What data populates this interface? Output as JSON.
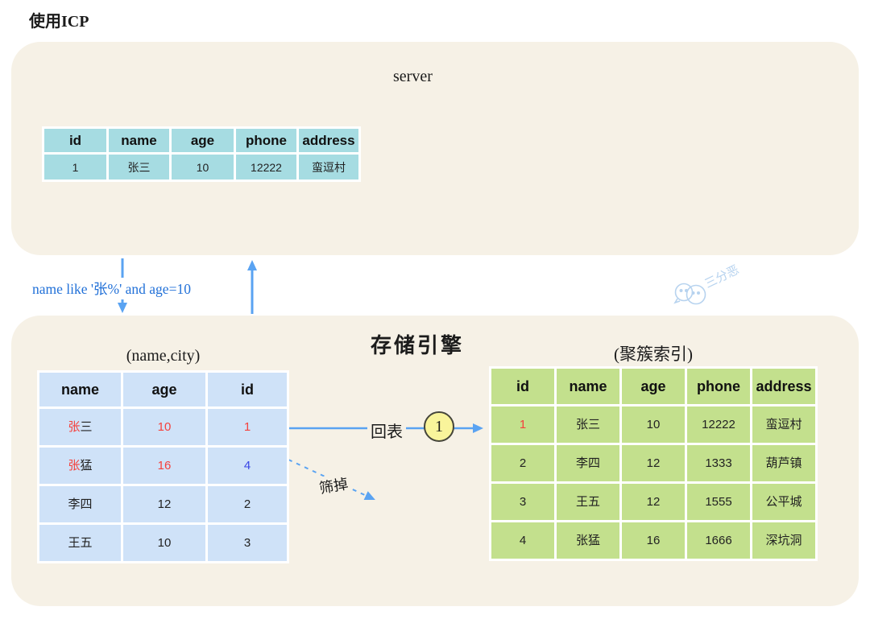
{
  "page_title": "使用ICP",
  "colors": {
    "box_background": "#f6f1e6",
    "server_table_cell": "#a6dce2",
    "secondary_index_cell": "#cfe2f8",
    "clustered_index_cell": "#c3e08d",
    "arrow_blue": "#5aa3f2",
    "query_text_blue": "#2271d8",
    "highlight_red": "#f5413d",
    "highlight_blue": "#3a47e6",
    "step_circle_yellow": "#f9f49b",
    "watermark_blue": "#b7d3ef"
  },
  "server_box": {
    "label": "server",
    "result_table": {
      "headers": [
        "id",
        "name",
        "age",
        "phone",
        "address"
      ],
      "rows": [
        [
          [
            {
              "t": "1"
            }
          ],
          [
            {
              "t": "张三"
            }
          ],
          [
            {
              "t": "10"
            }
          ],
          [
            {
              "t": "12222"
            }
          ],
          [
            {
              "t": "蛮逗村"
            }
          ]
        ]
      ]
    }
  },
  "flow": {
    "query_condition": "name like '张%' and age=10",
    "back_to_table_label": "回表",
    "step_number": "1",
    "filter_out_label": "筛掉"
  },
  "engine_box": {
    "label": "存储引擎",
    "secondary_index": {
      "title": "(name,city)",
      "headers": [
        "name",
        "age",
        "id"
      ],
      "rows": [
        [
          [
            {
              "t": "张",
              "c": "red"
            },
            {
              "t": "三"
            }
          ],
          [
            {
              "t": "10",
              "c": "red"
            }
          ],
          [
            {
              "t": "1",
              "c": "red"
            }
          ]
        ],
        [
          [
            {
              "t": "张",
              "c": "red"
            },
            {
              "t": "猛"
            }
          ],
          [
            {
              "t": "16",
              "c": "red"
            }
          ],
          [
            {
              "t": "4",
              "c": "blue"
            }
          ]
        ],
        [
          [
            {
              "t": "李四"
            }
          ],
          [
            {
              "t": "12"
            }
          ],
          [
            {
              "t": "2"
            }
          ]
        ],
        [
          [
            {
              "t": "王五"
            }
          ],
          [
            {
              "t": "10"
            }
          ],
          [
            {
              "t": "3"
            }
          ]
        ]
      ]
    },
    "clustered_index": {
      "title": "(聚簇索引)",
      "headers": [
        "id",
        "name",
        "age",
        "phone",
        "address"
      ],
      "rows": [
        [
          [
            {
              "t": "1",
              "c": "red"
            }
          ],
          [
            {
              "t": "张三"
            }
          ],
          [
            {
              "t": "10"
            }
          ],
          [
            {
              "t": "12222"
            }
          ],
          [
            {
              "t": "蛮逗村"
            }
          ]
        ],
        [
          [
            {
              "t": "2"
            }
          ],
          [
            {
              "t": "李四"
            }
          ],
          [
            {
              "t": "12"
            }
          ],
          [
            {
              "t": "1333"
            }
          ],
          [
            {
              "t": "葫芦镇"
            }
          ]
        ],
        [
          [
            {
              "t": "3"
            }
          ],
          [
            {
              "t": "王五"
            }
          ],
          [
            {
              "t": "12"
            }
          ],
          [
            {
              "t": "1555"
            }
          ],
          [
            {
              "t": "公平城"
            }
          ]
        ],
        [
          [
            {
              "t": "4"
            }
          ],
          [
            {
              "t": "张猛"
            }
          ],
          [
            {
              "t": "16"
            }
          ],
          [
            {
              "t": "1666"
            }
          ],
          [
            {
              "t": "深坑洞"
            }
          ]
        ]
      ]
    }
  },
  "watermark": {
    "text": "三分恶",
    "icon": "chat-bubbles-doodle"
  }
}
